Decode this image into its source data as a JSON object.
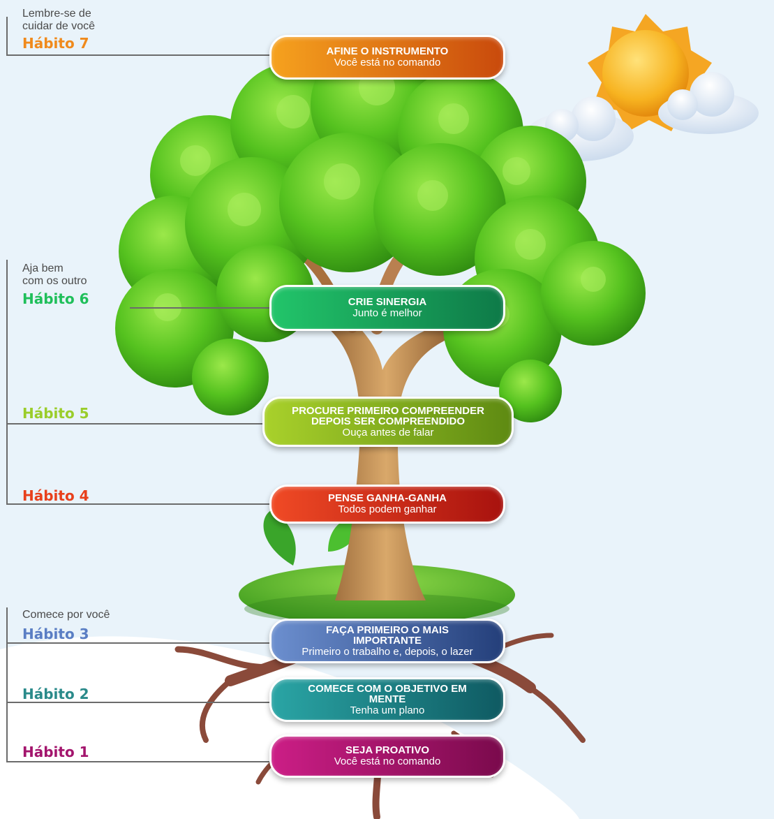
{
  "groups": [
    {
      "text": "Lembre-se de\ncuidar de você"
    },
    {
      "text": "Aja bem\ncom os outro"
    },
    {
      "text": "Comece por você"
    }
  ],
  "habits": [
    {
      "label": "Hábito 7",
      "color": "#f08a1c",
      "title": "AFINE O INSTRUMENTO",
      "subtitle": "Você está no comando",
      "pill_colors": [
        "#f6a21e",
        "#c94a0c"
      ]
    },
    {
      "label": "Hábito 6",
      "color": "#1fbf5a",
      "title": "CRIE SINERGIA",
      "subtitle": "Junto é melhor",
      "pill_colors": [
        "#22c56a",
        "#0e7a48"
      ]
    },
    {
      "label": "Hábito 5",
      "color": "#9acd2a",
      "title": "PROCURE PRIMEIRO COMPREENDER DEPOIS SER COMPREENDIDO",
      "subtitle": "Ouça antes de falar",
      "pill_colors": [
        "#a9d12b",
        "#5e8a12"
      ]
    },
    {
      "label": "Hábito 4",
      "color": "#e8401c",
      "title": "PENSE GANHA-GANHA",
      "subtitle": "Todos podem ganhar",
      "pill_colors": [
        "#f04a25",
        "#a8120e"
      ]
    },
    {
      "label": "Hábito 3",
      "color": "#5a7ec4",
      "title": "FAÇA PRIMEIRO O MAIS IMPORTANTE",
      "subtitle": "Primeiro o trabalho e, depois, o lazer",
      "pill_colors": [
        "#6c8fcf",
        "#243f7a"
      ]
    },
    {
      "label": "Hábito 2",
      "color": "#2a8a8a",
      "title": "COMECE COM O OBJETIVO EM MENTE",
      "subtitle": "Tenha um plano",
      "pill_colors": [
        "#2aa5a5",
        "#0f5a62"
      ]
    },
    {
      "label": "Hábito 1",
      "color": "#a3156d",
      "title": "SEJA PROATIVO",
      "subtitle": "Você está no comando",
      "pill_colors": [
        "#cc1e86",
        "#7a0a4c"
      ]
    }
  ]
}
